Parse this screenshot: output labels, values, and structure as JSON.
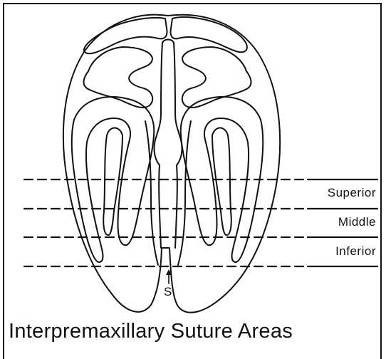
{
  "figure": {
    "caption": "Interpremaxillary Suture Areas",
    "suture_marker": "S",
    "zones": [
      {
        "label": "Superior"
      },
      {
        "label": "Middle"
      },
      {
        "label": "Inferior"
      }
    ]
  },
  "colors": {
    "ink": "#111111",
    "background": "#ffffff"
  }
}
